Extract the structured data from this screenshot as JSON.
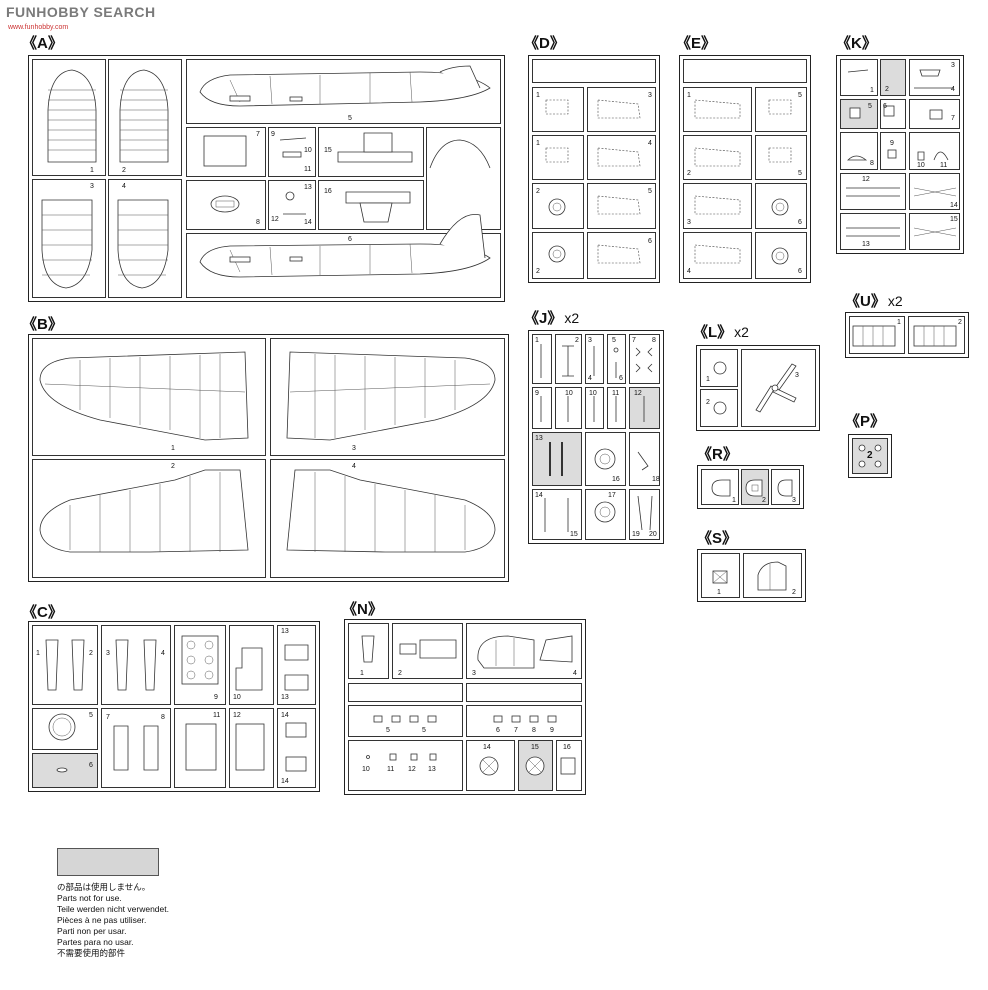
{
  "watermark": {
    "text": "FUNHOBBY SEARCH",
    "sub": "www.funhobby.com"
  },
  "sprues": {
    "A": {
      "label": "《A》",
      "parts": [
        "1",
        "2",
        "3",
        "4",
        "5",
        "6",
        "7",
        "8",
        "9",
        "10",
        "11",
        "12",
        "13",
        "14",
        "15",
        "16"
      ]
    },
    "B": {
      "label": "《B》",
      "parts": [
        "1",
        "2",
        "3",
        "4"
      ]
    },
    "C": {
      "label": "《C》",
      "parts": [
        "1",
        "2",
        "3",
        "4",
        "5",
        "6",
        "7",
        "8",
        "9",
        "10",
        "11",
        "12",
        "13",
        "13",
        "14",
        "14"
      ]
    },
    "D": {
      "label": "《D》",
      "parts": [
        "1",
        "1",
        "2",
        "2",
        "3",
        "4",
        "5",
        "6"
      ]
    },
    "E": {
      "label": "《E》",
      "parts": [
        "1",
        "2",
        "3",
        "4",
        "5",
        "5",
        "6",
        "6"
      ]
    },
    "K": {
      "label": "《K》",
      "parts": [
        "1",
        "2",
        "3",
        "4",
        "5",
        "6",
        "7",
        "8",
        "9",
        "10",
        "11",
        "12",
        "13",
        "14",
        "15"
      ]
    },
    "J": {
      "label": "《J》",
      "mult": "x2",
      "parts": [
        "1",
        "2",
        "3",
        "4",
        "5",
        "6",
        "7",
        "8",
        "9",
        "10",
        "10",
        "11",
        "12",
        "13",
        "14",
        "15",
        "16",
        "17",
        "18",
        "19",
        "20"
      ]
    },
    "L": {
      "label": "《L》",
      "mult": "x2",
      "parts": [
        "1",
        "2",
        "3"
      ]
    },
    "U": {
      "label": "《U》",
      "mult": "x2",
      "parts": [
        "1",
        "2"
      ]
    },
    "P": {
      "label": "《P》",
      "parts": [
        "2"
      ]
    },
    "R": {
      "label": "《R》",
      "parts": [
        "1",
        "2",
        "3"
      ]
    },
    "S": {
      "label": "《S》",
      "parts": [
        "1",
        "2"
      ]
    },
    "N": {
      "label": "《N》",
      "parts": [
        "1",
        "2",
        "3",
        "4",
        "5",
        "5",
        "6",
        "7",
        "8",
        "9",
        "10",
        "11",
        "12",
        "13",
        "14",
        "15",
        "16"
      ]
    }
  },
  "legend": {
    "swatch_color": "#d6d6d6",
    "lines": [
      "の部品は使用しません。",
      "Parts not for use.",
      "Teile werden nicht verwendet.",
      "Pièces à ne pas utiliser.",
      "Parti non per usar.",
      "Partes para no usar.",
      "不需要使用的部件"
    ]
  }
}
